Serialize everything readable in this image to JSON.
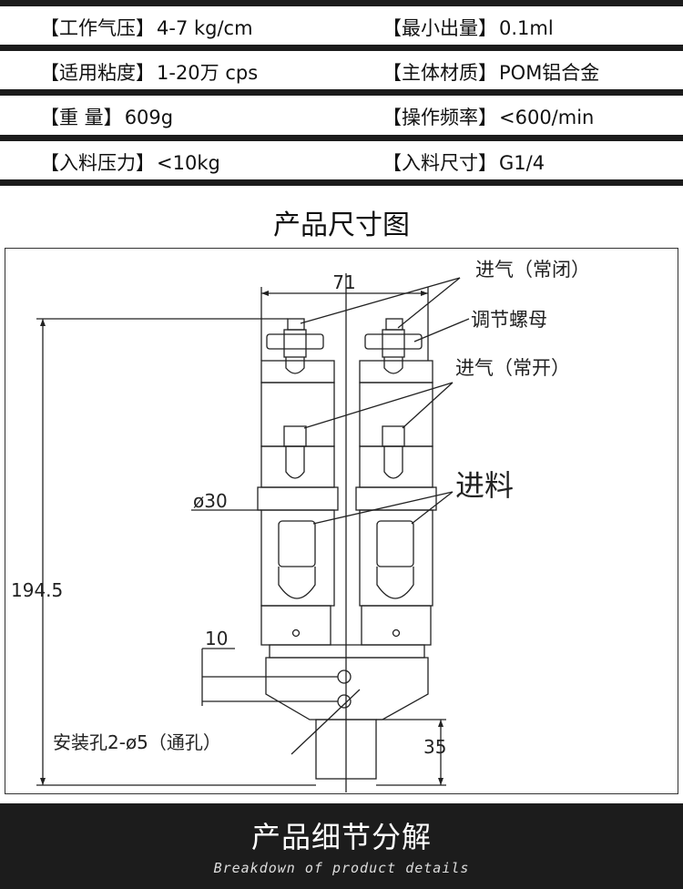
{
  "specs": [
    {
      "label": "【工作气压】",
      "value": "4-7 kg/cm"
    },
    {
      "label": "【最小出量】",
      "value": "0.1ml"
    },
    {
      "label": "【适用粘度】",
      "value": "1-20万 cps"
    },
    {
      "label": "【主体材质】",
      "value": "POM铝合金"
    },
    {
      "label": "【重  量】",
      "value": "609g"
    },
    {
      "label": "【操作频率】",
      "value": "<600/min"
    },
    {
      "label": "【入料压力】",
      "value": "<10kg"
    },
    {
      "label": "【入料尺寸】",
      "value": "G1/4"
    }
  ],
  "diagram": {
    "title": "产品尺寸图",
    "labels": {
      "air_closed": "进气（常闭）",
      "adjust_nut": "调节螺母",
      "air_open": "进气（常开）",
      "feed": "进料",
      "mount_holes": "安装孔2-ø5（通孔）"
    },
    "dimensions": {
      "width": "71",
      "height": "194.5",
      "diameter": "ø30",
      "hole_spacing": "10",
      "stem": "35"
    }
  },
  "footer": {
    "title": "产品细节分解",
    "subtitle": "Breakdown of product details"
  }
}
